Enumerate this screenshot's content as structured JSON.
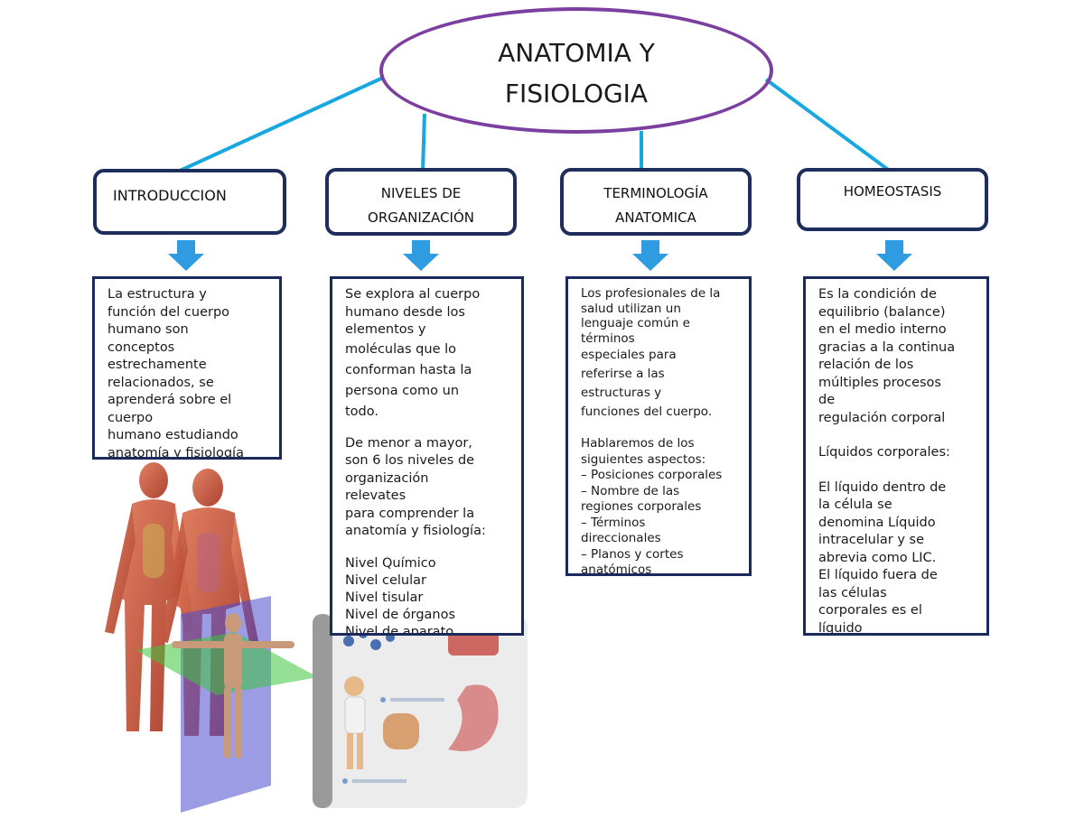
{
  "title": {
    "line1": "ANATOMIA Y",
    "line2": "FISIOLOGIA"
  },
  "colors": {
    "ellipse": "#7b3fa0",
    "connector": "#19a7e0",
    "box_border": "#1e2d5c",
    "arrow": "#2f9be0"
  },
  "branches": [
    {
      "heading": [
        "INTRODUCCION"
      ],
      "body": [
        "La estructura y",
        "función del cuerpo",
        "humano son",
        "conceptos",
        "estrechamente",
        "relacionados, se",
        "aprenderá sobre el",
        "cuerpo",
        "humano estudiando",
        "anatomía y fisiología"
      ]
    },
    {
      "heading": [
        "NIVELES DE",
        "ORGANIZACIÓN"
      ],
      "body_a": [
        "Se explora al cuerpo",
        "humano desde los",
        "elementos y",
        "moléculas que lo",
        "conforman hasta la",
        "persona como un",
        "todo."
      ],
      "body_b": [
        "De menor a mayor,",
        "son 6 los niveles de",
        "organización",
        "relevates",
        "para comprender la",
        "anatomía y fisiología:"
      ],
      "body_c": [
        " Nivel Químico",
        " Nivel celular",
        " Nivel tisular",
        "Nivel de órganos",
        "Nivel de aparato"
      ]
    },
    {
      "heading": [
        "TERMINOLOGÍA",
        "ANATOMICA"
      ],
      "body_a": [
        "Los profesionales de la",
        "salud utilizan un",
        "lenguaje común e",
        "términos",
        "especiales para",
        "referirse a las",
        "estructuras y",
        "funciones del cuerpo."
      ],
      "body_b": [
        "Hablaremos de los",
        "siguientes aspectos:",
        "– Posiciones corporales",
        "– Nombre de las",
        "regiones corporales",
        "– Términos",
        "direccionales",
        "– Planos y cortes",
        "anatómicos"
      ]
    },
    {
      "heading": [
        "HOMEOSTASIS"
      ],
      "body_a": [
        "Es la condición de",
        "equilibrio (balance)",
        "en el medio interno",
        "gracias a la continua",
        "relación de los",
        "múltiples procesos",
        "de",
        "regulación corporal"
      ],
      "body_b": [
        "Líquidos corporales:"
      ],
      "body_c": [
        "El líquido dentro de",
        "la célula se",
        "denomina Líquido",
        "intracelular y se",
        "abrevia como LIC.",
        "El líquido fuera de",
        "las células",
        "corporales es el",
        "líquido"
      ]
    }
  ],
  "images": {
    "anatomy_figures": "human-anatomy-figures",
    "body_planes": "anatomical-planes-figure",
    "organization_panel": "organization-levels-illustration"
  }
}
